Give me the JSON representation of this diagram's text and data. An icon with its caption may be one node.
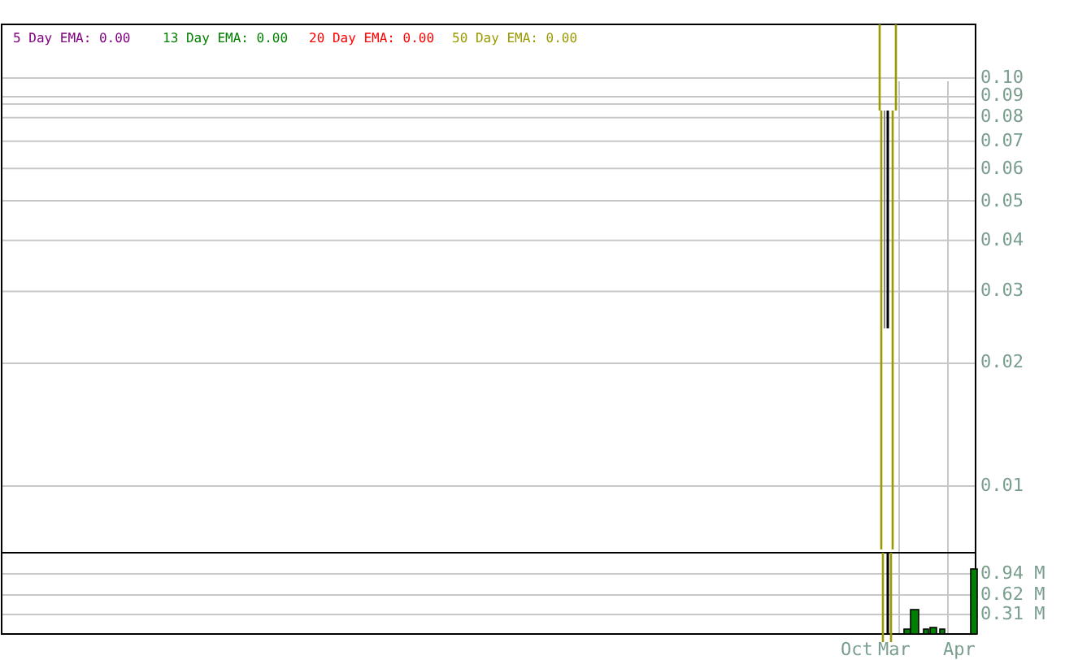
{
  "diagram": {
    "labels": [
      "5 Day EMA: 0.00",
      "13 Day EMA: 0.00",
      "20 Day EMA: 0.00",
      "50 Day EMA: 0.00",
      "0.10",
      "0.09",
      "0.08",
      "0.07",
      "0.06",
      "0.05",
      "0.04",
      "0.03",
      "0.02",
      "0.01",
      "0.94 M",
      "0.62 M",
      "0.31 M",
      "Oct",
      "Mar",
      "Apr"
    ]
  }
}
